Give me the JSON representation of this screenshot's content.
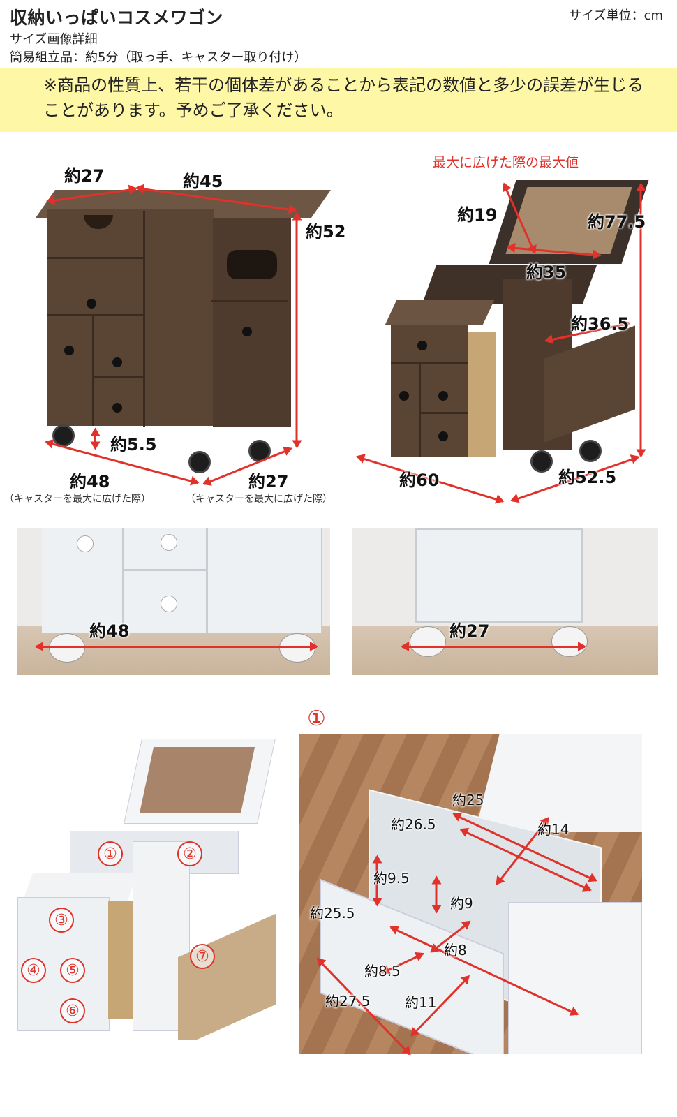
{
  "header": {
    "title": "収納いっぱいコスメワゴン",
    "subtitle": "サイズ画像詳細",
    "assembly": "簡易組立品：約5分（取っ手、キャスター取り付け）",
    "unit": "サイズ単位：cm"
  },
  "notice": "※商品の性質上、若干の個体差があることから表記の数値と多少の誤差が生じることがあります。予めご了承ください。",
  "dims_front": {
    "depth_top": "約27",
    "width_top": "約45",
    "height": "約52",
    "caster_height": "約5.5",
    "width_caster": "約48",
    "depth_caster": "約27",
    "note_left": "（キャスターを最大に広げた際）",
    "note_right": "（キャスターを最大に広げた際）"
  },
  "dims_open": {
    "caption": "最大に広げた際の最大値",
    "mirror_h": "約19",
    "total_h": "約77.5",
    "mirror_w": "約35",
    "side_w": "約36.5",
    "width": "約60",
    "depth": "約52.5"
  },
  "dims_caster_photos": {
    "front": "約48",
    "side": "約27"
  },
  "white_photo": {
    "labels": [
      "①",
      "②",
      "③",
      "④",
      "⑤",
      "⑥",
      "⑦"
    ]
  },
  "detail": {
    "marker": "①",
    "d25": "約25",
    "d26_5": "約26.5",
    "d14": "約14",
    "d9_5": "約9.5",
    "d9": "約9",
    "d25_5": "約25.5",
    "d8": "約8",
    "d8_5": "約8.5",
    "d27_5": "約27.5",
    "d11": "約11"
  }
}
